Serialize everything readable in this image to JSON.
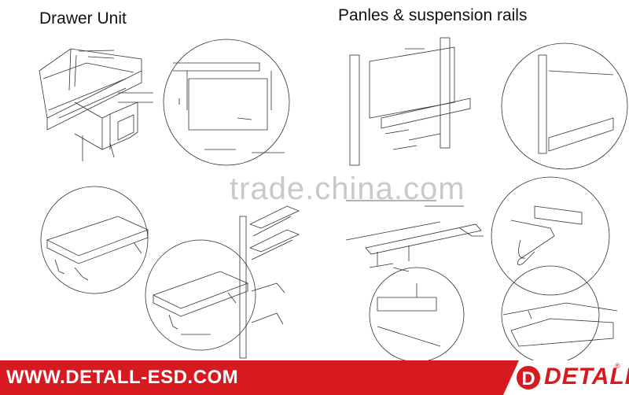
{
  "headings": {
    "drawer_unit": "Drawer Unit",
    "panels": "Panles & suspension rails"
  },
  "watermark": "trade.china.com",
  "footer": {
    "url": "WWW.DETALL-ESD.COM",
    "logo_text": "DETALL",
    "logo_mark": "®",
    "logo_letter": "D"
  },
  "colors": {
    "brand_red": "#d71920",
    "line": "#333333",
    "watermark": "#c9c9c9"
  }
}
